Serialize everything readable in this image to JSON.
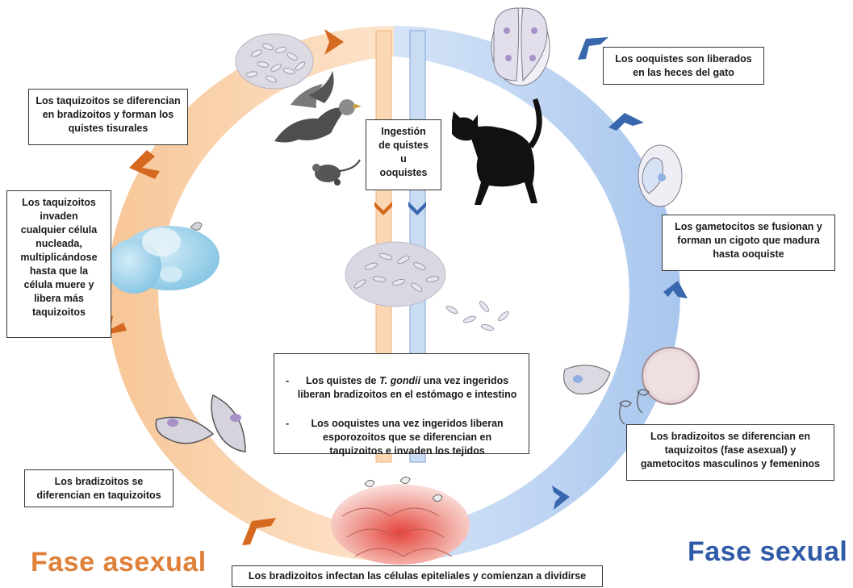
{
  "labels": {
    "tissue_cysts": "Los taquizoitos se diferencian\nen bradizoitos y forman los\nquistes tisurales",
    "ingestion": "Ingestión\nde quistes\nu\nooquistes",
    "oocysts_released": "Los ooquistes son liberados\nen las heces del gato",
    "invade_cells": "Los taquizoitos\ninvaden\ncualquier célula\nnucleada,\nmultiplicándose\nhasta que la\ncélula muere y\nlibera más\ntaquizoitos",
    "gametocytes_fuse": "Los gametocitos se fusionan y\nforman un cigoto que madura\nhasta ooquiste",
    "center_item1_prefix": "Los quistes de ",
    "center_item1_species": "T. gondii",
    "center_item1_suffix": " una vez ingeridos liberan bradizoitos en el estómago e intestino",
    "center_item2": "Los ooquistes una vez ingeridos liberan esporozoitos que se diferencian en taquizoitos e invaden los tejidos",
    "bradyzoites_differentiate": "Los bradizoitos se diferencian en\ntaquizoitos (fase asexual) y\ngametocitos masculinos y femeninos",
    "bradyzoites_to_tachyzoites": "Los bradizoitos se\ndiferencian en taquizoitos",
    "epithelial": "Los bradizoitos infectan las células epiteliales y comienzan a dividirse"
  },
  "phases": {
    "asexual": "Fase asexual",
    "sexual": "Fase sexual"
  },
  "colors": {
    "asexual_ring": "#f9cfa6",
    "asexual_chevron": "#d5691f",
    "sexual_ring": "#bcd3f2",
    "sexual_chevron": "#3867ad",
    "cell_gray": "#d6d3dd",
    "nucleus_purple": "#a690c8",
    "tissue_red": "#e8847c"
  }
}
